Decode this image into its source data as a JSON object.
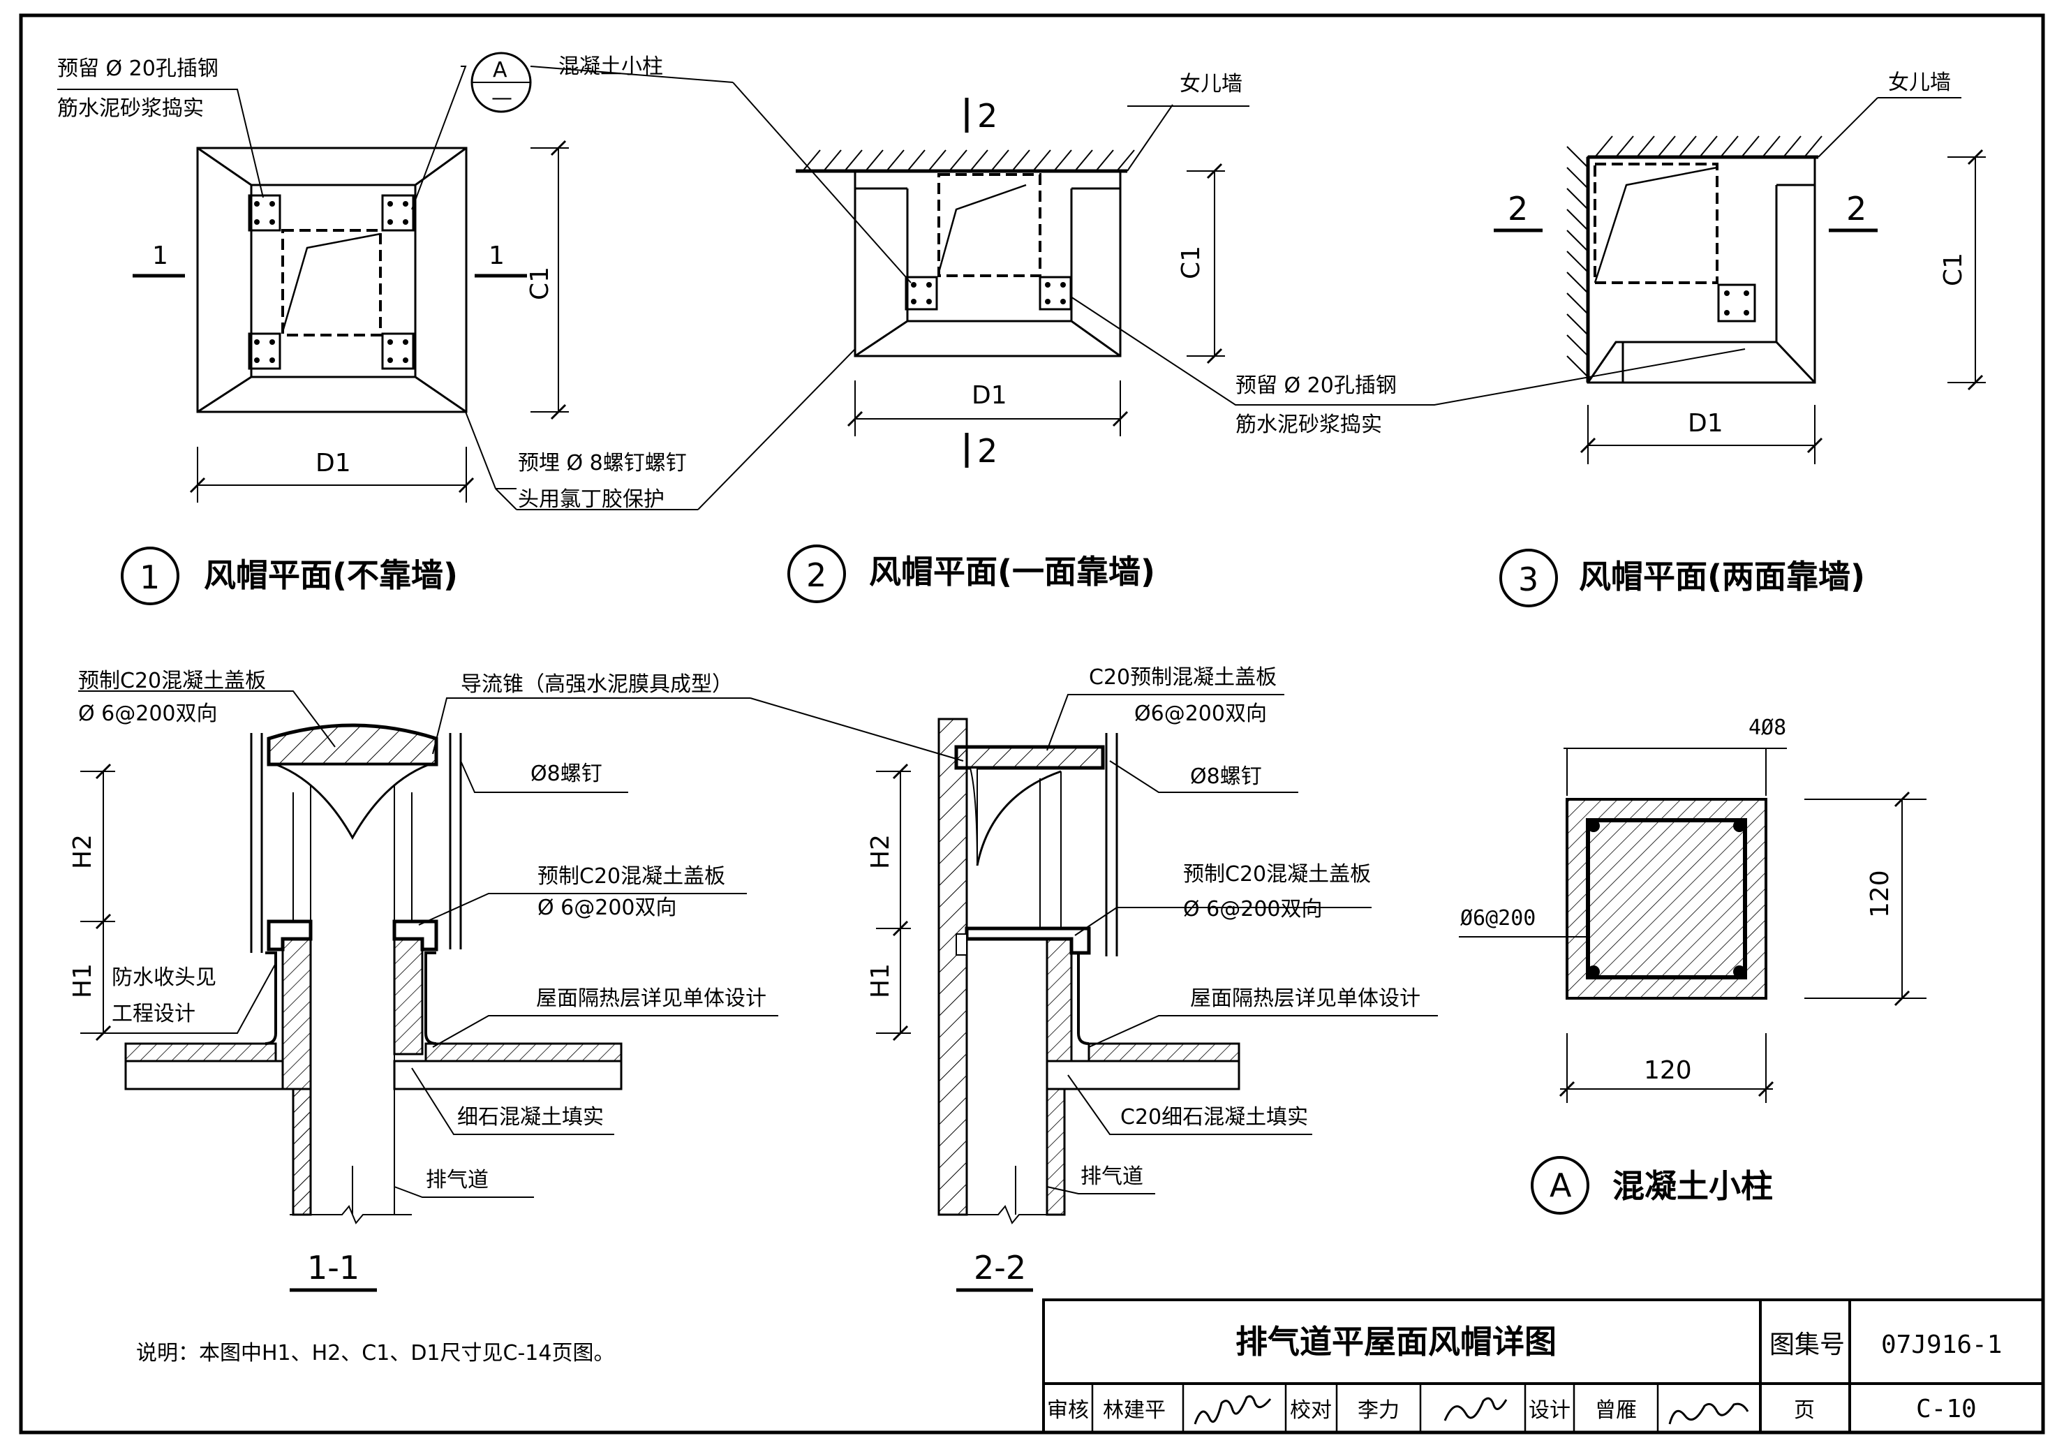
{
  "plan1": {
    "number": "1",
    "title": "风帽平面(不靠墙)",
    "section_left": "1",
    "section_right": "1",
    "dim_c": "C1",
    "dim_d": "D1"
  },
  "plan2": {
    "number": "2",
    "title": "风帽平面(一面靠墙)",
    "section_top": "2",
    "section_bottom": "2",
    "wall_label": "女儿墙",
    "dim_c": "C1",
    "dim_d": "D1"
  },
  "plan3": {
    "number": "3",
    "title": "风帽平面(两面靠墙)",
    "section_left": "2",
    "section_right": "2",
    "wall_label": "女儿墙",
    "dim_c": "C1",
    "dim_d": "D1"
  },
  "plan_notes": {
    "bar_hole_line1": "预留 Ø 20孔插钢",
    "bar_hole_line2": "筋水泥砂浆捣实",
    "column_ref": "A",
    "column_ref_sub": "—",
    "column_label": "混凝土小柱",
    "bar_hole2_line1": "预留 Ø 20孔插钢",
    "bar_hole2_line2": "筋水泥砂浆捣实",
    "bolt_line1": "预埋 Ø 8螺钉螺钉",
    "bolt_line2": "头用氯丁胶保护"
  },
  "section11": {
    "title": "1-1",
    "cover_top_line1": "预制C20混凝土盖板",
    "cover_top_line2": "Ø 6@200双向",
    "cone": "导流锥（高强水泥膜具成型）",
    "screw": "Ø8螺钉",
    "cover_mid_line1": "预制C20混凝土盖板",
    "cover_mid_line2": "Ø 6@200双向",
    "waterproof_line1": "防水收头见",
    "waterproof_line2": "工程设计",
    "insulation": "屋面隔热层详见单体设计",
    "fill": "细石混凝土填实",
    "duct": "排气道",
    "dim_h2": "H2",
    "dim_h1": "H1"
  },
  "section22": {
    "title": "2-2",
    "cover_top_line1": "C20预制混凝土盖板",
    "cover_top_line2": "Ø6@200双向",
    "screw": "Ø8螺钉",
    "cover_mid_line1": "预制C20混凝土盖板",
    "cover_mid_line2": "Ø 6@200双向",
    "insulation": "屋面隔热层详见单体设计",
    "fill": "C20细石混凝土填实",
    "duct": "排气道",
    "dim_h2": "H2",
    "dim_h1": "H1"
  },
  "detailA": {
    "ref": "A",
    "title": "混凝土小柱",
    "rebar": "4Ø8",
    "stirrup": "Ø6@200",
    "dim_v": "120",
    "dim_h": "120"
  },
  "note": "说明：本图中H1、H2、C1、D1尺寸见C-14页图。",
  "title_block": {
    "title": "排气道平屋面风帽详图",
    "atlas_label": "图集号",
    "atlas_no": "07J916-1",
    "review_label": "审核",
    "reviewer": "林建平",
    "check_label": "校对",
    "checker": "李力",
    "design_label": "设计",
    "designer": "曾雁",
    "page_label": "页",
    "page_no": "C-10"
  }
}
